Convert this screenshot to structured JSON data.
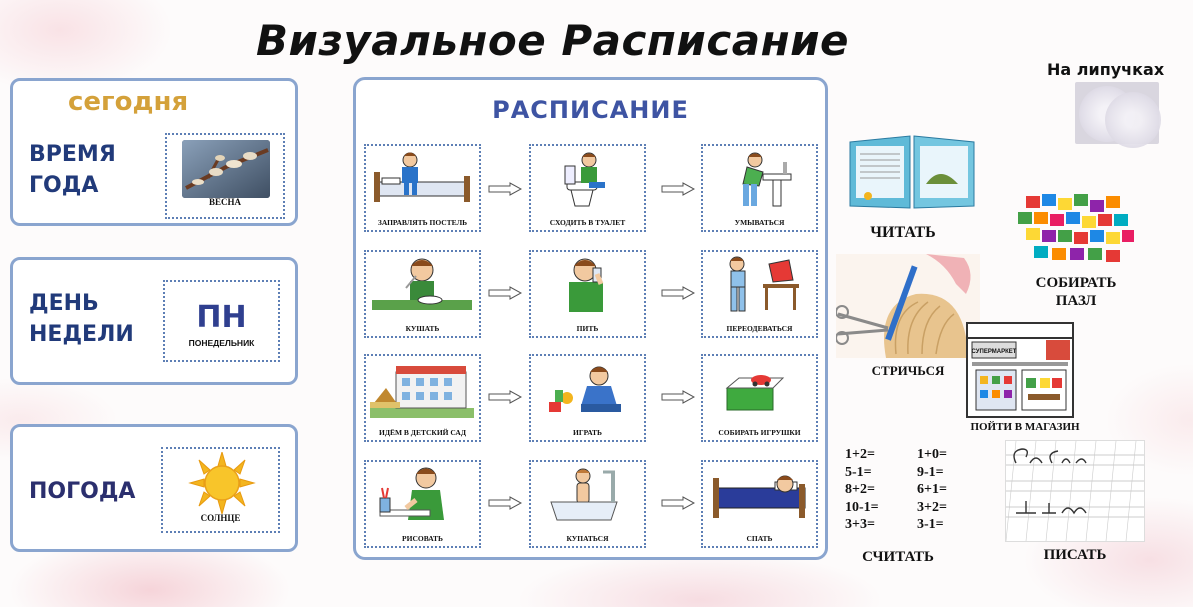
{
  "title": "Визуальное Расписание",
  "velcro_label": "На липучках",
  "today": {
    "heading": "сегодня",
    "season": {
      "label_line1": "ВРЕМЯ",
      "label_line2": "ГОДА",
      "caption": "ВЕСНА"
    },
    "weekday": {
      "label_line1": "ДЕНЬ",
      "label_line2": "НЕДЕЛИ",
      "abbr": "ПН",
      "caption": "ПОНЕДЕЛЬНИК"
    },
    "weather": {
      "label": "ПОГОДА",
      "caption": "СОЛНЦЕ"
    }
  },
  "schedule": {
    "title": "РАСПИСАНИЕ",
    "rows": [
      [
        "ЗАПРАВЛЯТЬ ПОСТЕЛЬ",
        "СХОДИТЬ В ТУАЛЕТ",
        "УМЫВАТЬСЯ"
      ],
      [
        "КУШАТЬ",
        "ПИТЬ",
        "ПЕРЕОДЕВАТЬСЯ"
      ],
      [
        "ИДЁМ В ДЕТСКИЙ САД",
        "ИГРАТЬ",
        "СОБИРАТЬ ИГРУШКИ"
      ],
      [
        "РИСОВАТЬ",
        "КУПАТЬСЯ",
        "СПАТЬ"
      ]
    ]
  },
  "activities": {
    "read": "ЧИТАТЬ",
    "puzzle_line1": "СОБИРАТЬ",
    "puzzle_line2": "ПАЗЛ",
    "haircut": "СТРИЧЬСЯ",
    "shop": "ПОЙТИ В МАГАЗИН",
    "shop_sign": "СУПЕРМАРКЕТ",
    "count": "СЧИТАТЬ",
    "write": "ПИСАТЬ",
    "math_left": [
      "1+2=",
      "5-1=",
      "8+2=",
      "10-1=",
      "3+3="
    ],
    "math_right": [
      "1+0=",
      "9-1=",
      "6+1=",
      "3+2=",
      "3-1="
    ]
  },
  "colors": {
    "panel_border": "#8aa5cf",
    "label_blue": "#213a7a",
    "schedule_title": "#3e54a3",
    "today_gold": "#d4a13a",
    "weekday_abbr": "#2f3f8f"
  }
}
